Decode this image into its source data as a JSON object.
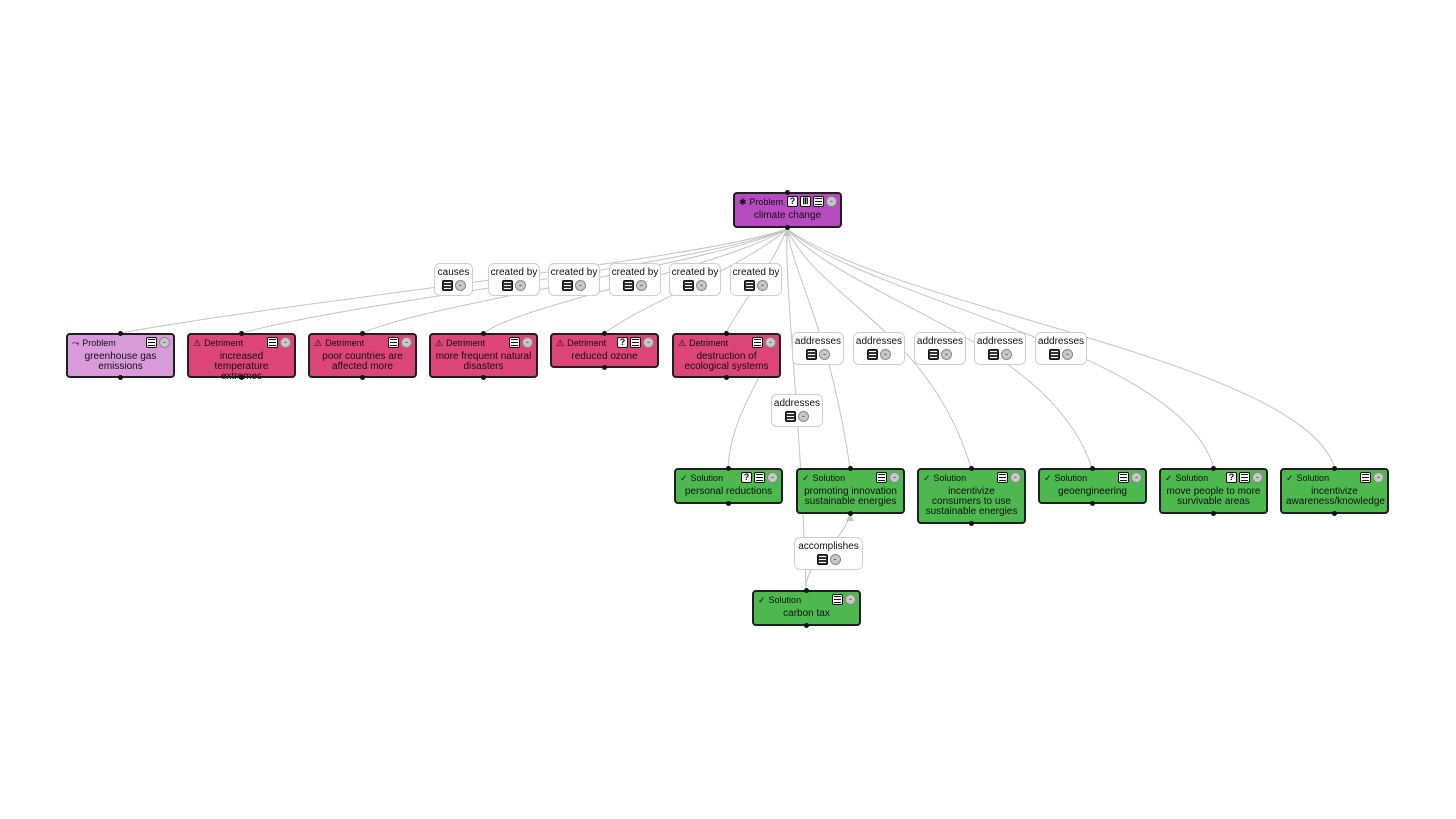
{
  "root": {
    "type": "Problem",
    "title": "climate change",
    "type_icon": "puzzle-icon"
  },
  "nodes": [
    {
      "id": "ghg",
      "type": "Problem",
      "title": "greenhouse gas emissions",
      "type_icon": "branch-icon",
      "kind": "cause",
      "btns": [
        "doc"
      ]
    },
    {
      "id": "ite",
      "type": "Detriment",
      "title": "increased temperature extremes",
      "type_icon": "alert-icon",
      "kind": "detriment",
      "btns": [
        "doc"
      ]
    },
    {
      "id": "pca",
      "type": "Detriment",
      "title": "poor countries are affected more",
      "type_icon": "alert-icon",
      "kind": "detriment",
      "btns": [
        "doc"
      ]
    },
    {
      "id": "mfn",
      "type": "Detriment",
      "title": "more frequent natural disasters",
      "type_icon": "alert-icon",
      "kind": "detriment",
      "btns": [
        "doc"
      ]
    },
    {
      "id": "ro",
      "type": "Detriment",
      "title": "reduced ozone",
      "type_icon": "alert-icon",
      "kind": "detriment",
      "btns": [
        "question",
        "doc"
      ]
    },
    {
      "id": "doe",
      "type": "Detriment",
      "title": "destruction of ecological systems",
      "type_icon": "alert-icon",
      "kind": "detriment",
      "btns": [
        "doc"
      ]
    },
    {
      "id": "pr",
      "type": "Solution",
      "title": "personal reductions",
      "type_icon": "check-icon",
      "kind": "solution",
      "btns": [
        "question",
        "doc"
      ]
    },
    {
      "id": "pise",
      "type": "Solution",
      "title": "promoting innovation sustainable energies",
      "type_icon": "check-icon",
      "kind": "solution",
      "btns": [
        "doc"
      ]
    },
    {
      "id": "icse",
      "type": "Solution",
      "title": "incentivize consumers to use sustainable energies",
      "type_icon": "check-icon",
      "kind": "solution",
      "btns": [
        "doc"
      ]
    },
    {
      "id": "geo",
      "type": "Solution",
      "title": "geoengineering",
      "type_icon": "check-icon",
      "kind": "solution",
      "btns": [
        "doc"
      ]
    },
    {
      "id": "mpsa",
      "type": "Solution",
      "title": "move people to more survivable areas",
      "type_icon": "check-icon",
      "kind": "solution",
      "btns": [
        "question",
        "doc"
      ]
    },
    {
      "id": "iak",
      "type": "Solution",
      "title": "incentivize awareness/knowledge",
      "type_icon": "check-icon",
      "kind": "solution",
      "btns": [
        "doc"
      ]
    },
    {
      "id": "ct",
      "type": "Solution",
      "title": "carbon tax",
      "type_icon": "check-icon",
      "kind": "solution",
      "btns": [
        "doc"
      ]
    }
  ],
  "edges": [
    {
      "label": "causes"
    },
    {
      "label": "created by"
    },
    {
      "label": "created by"
    },
    {
      "label": "created by"
    },
    {
      "label": "created by"
    },
    {
      "label": "created by"
    },
    {
      "label": "addresses"
    },
    {
      "label": "addresses"
    },
    {
      "label": "addresses"
    },
    {
      "label": "addresses"
    },
    {
      "label": "addresses"
    },
    {
      "label": "addresses"
    },
    {
      "label": "accomplishes"
    }
  ],
  "colors": {
    "problem": "#b54bbf",
    "cause": "#d89ad8",
    "detriment": "#dd4477",
    "solution": "#4cb84e",
    "edge": "#c4c4c4"
  }
}
